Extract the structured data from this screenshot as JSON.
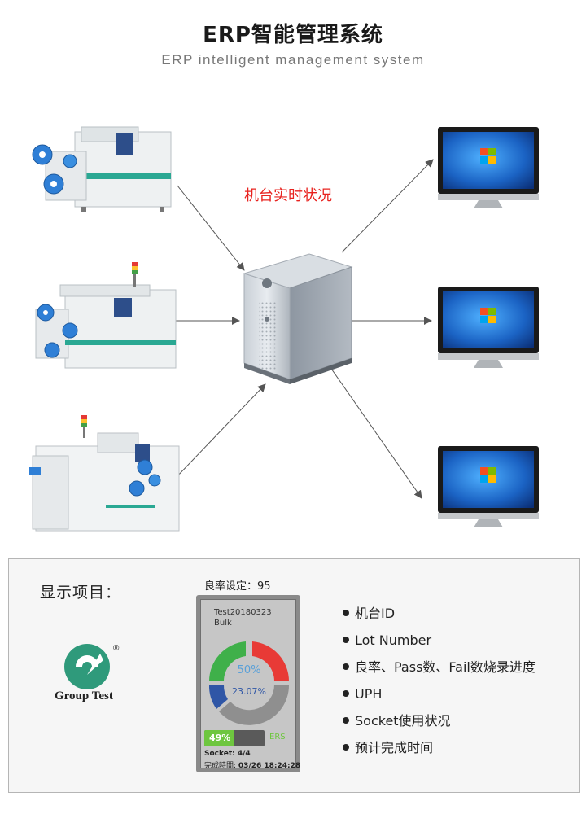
{
  "header": {
    "title": "ERP智能管理系统",
    "subtitle": "ERP intelligent management system"
  },
  "diagram": {
    "center_label": "机台实时状况",
    "machines": [
      "machine-1",
      "machine-2",
      "machine-3"
    ],
    "monitors": [
      "monitor-1",
      "monitor-2",
      "monitor-3"
    ]
  },
  "panel": {
    "display_label": "显示项目：",
    "logo_text": "Group Test",
    "logo_mark": "®",
    "yield_setting": "良率设定：95",
    "device": {
      "test_name": "Test20180323",
      "mode": "Bulk",
      "gauge_outer_pct": "50%",
      "gauge_inner_pct": "23.07%",
      "progress_pct": "49%",
      "progress_value": 0.49,
      "progress_right": "ERS",
      "socket": "Socket: 4/4",
      "finish_label": "完成時間:",
      "finish_time": "03/26 18:24:28"
    },
    "features": [
      "机台ID",
      "Lot Number",
      "良率、Pass数、Fail数烧录进度",
      "UPH",
      "Socket使用状况",
      "预计完成时间"
    ]
  },
  "colors": {
    "accent_red": "#e8231f",
    "gauge_red": "#e83a36",
    "gauge_green": "#3fb04a",
    "gauge_blue": "#2f56a6",
    "gauge_grey": "#8f8f8f",
    "progress_green": "#6ec63f"
  }
}
